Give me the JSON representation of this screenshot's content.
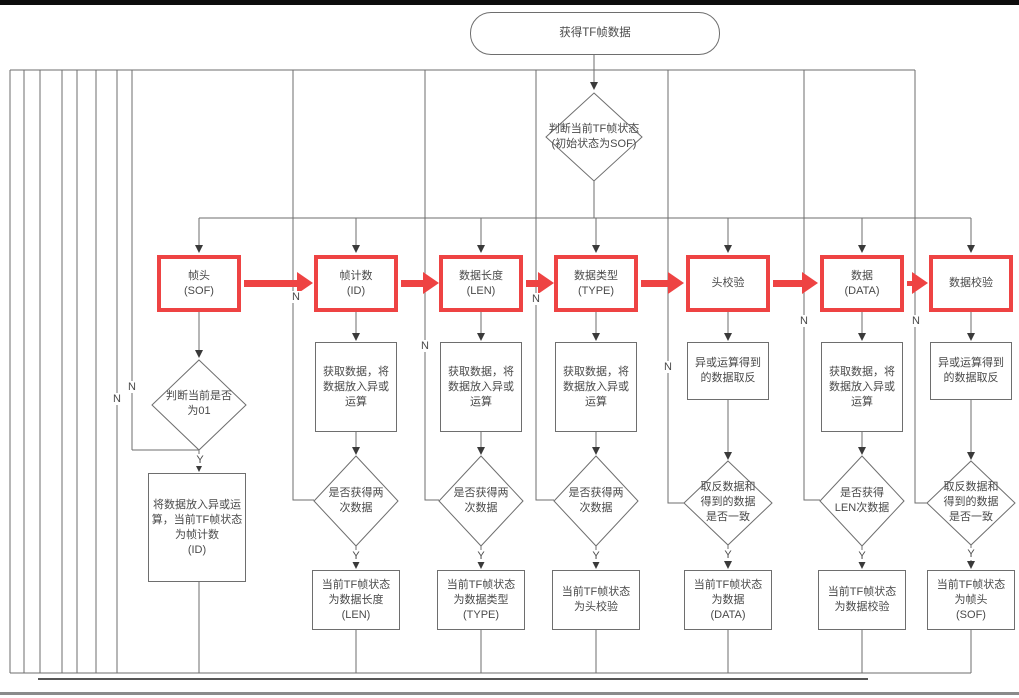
{
  "start": {
    "label": "获得TF帧数据"
  },
  "dispatcher": {
    "line1": "判断当前TF帧状态",
    "line2": "(初始状态为SOF)"
  },
  "branch": {
    "yes": "Y",
    "no": "N"
  },
  "columns": [
    {
      "id": "sof",
      "state": [
        "帧头",
        "(SOF)"
      ],
      "decision": [
        "判断当前是否",
        "为01"
      ],
      "result": [
        "将数据放入异或运",
        "算，当前TF帧状态",
        "为帧计数",
        "(ID)"
      ]
    },
    {
      "id": "id",
      "state": [
        "帧计数",
        "(ID)"
      ],
      "process": [
        "获取数据，将",
        "数据放入异或",
        "运算"
      ],
      "decision": [
        "是否获得两",
        "次数据"
      ],
      "result": [
        "当前TF帧状态",
        "为数据长度",
        "(LEN)"
      ]
    },
    {
      "id": "len",
      "state": [
        "数据长度",
        "(LEN)"
      ],
      "process": [
        "获取数据，将",
        "数据放入异或",
        "运算"
      ],
      "decision": [
        "是否获得两",
        "次数据"
      ],
      "result": [
        "当前TF帧状态",
        "为数据类型",
        "(TYPE)"
      ]
    },
    {
      "id": "type",
      "state": [
        "数据类型",
        "(TYPE)"
      ],
      "process": [
        "获取数据，将",
        "数据放入异或",
        "运算"
      ],
      "decision": [
        "是否获得两",
        "次数据"
      ],
      "result": [
        "当前TF帧状态",
        "为头校验"
      ]
    },
    {
      "id": "head-check",
      "state": [
        "头校验"
      ],
      "process": [
        "异或运算得到",
        "的数据取反"
      ],
      "decision": [
        "取反数据和",
        "得到的数据",
        "是否一致"
      ],
      "result": [
        "当前TF帧状态",
        "为数据",
        "(DATA)"
      ]
    },
    {
      "id": "data",
      "state": [
        "数据",
        "(DATA)"
      ],
      "process": [
        "获取数据，将",
        "数据放入异或",
        "运算"
      ],
      "decision": [
        "是否获得",
        "LEN次数据"
      ],
      "result": [
        "当前TF帧状态",
        "为数据校验"
      ]
    },
    {
      "id": "data-check",
      "state": [
        "数据校验"
      ],
      "process": [
        "异或运算得到",
        "的数据取反"
      ],
      "decision": [
        "取反数据和",
        "得到的数据",
        "是否一致"
      ],
      "result": [
        "当前TF帧状态",
        "为帧头",
        "(SOF)"
      ]
    }
  ],
  "colors": {
    "highlight_red": "#ee4343",
    "line_gray": "#6e6e6e",
    "text_gray": "#4a4a4a"
  }
}
